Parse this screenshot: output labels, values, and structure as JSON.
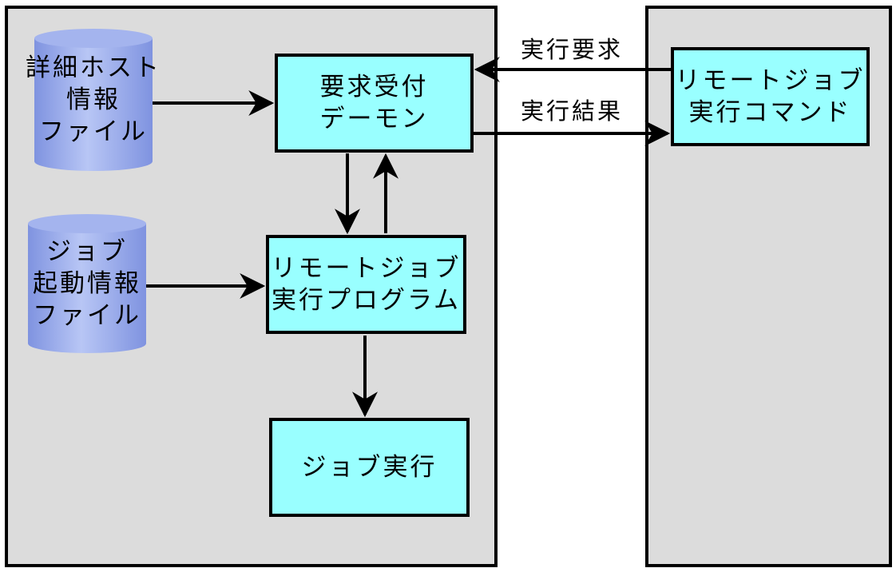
{
  "panels": {
    "left": "",
    "right": ""
  },
  "databases": {
    "host_info": {
      "line1": "詳細ホスト",
      "line2": "情報",
      "line3": "ファイル"
    },
    "job_start_info": {
      "line1": "ジョブ",
      "line2": "起動情報",
      "line3": "ファイル"
    }
  },
  "boxes": {
    "daemon": {
      "line1": "要求受付",
      "line2": "デーモン"
    },
    "remote_program": {
      "line1": "リモートジョブ",
      "line2": "実行プログラム"
    },
    "job_exec": {
      "line1": "ジョブ実行"
    },
    "remote_command": {
      "line1": "リモートジョブ",
      "line2": "実行コマンド"
    }
  },
  "arrow_labels": {
    "request": "実行要求",
    "result": "実行結果"
  }
}
